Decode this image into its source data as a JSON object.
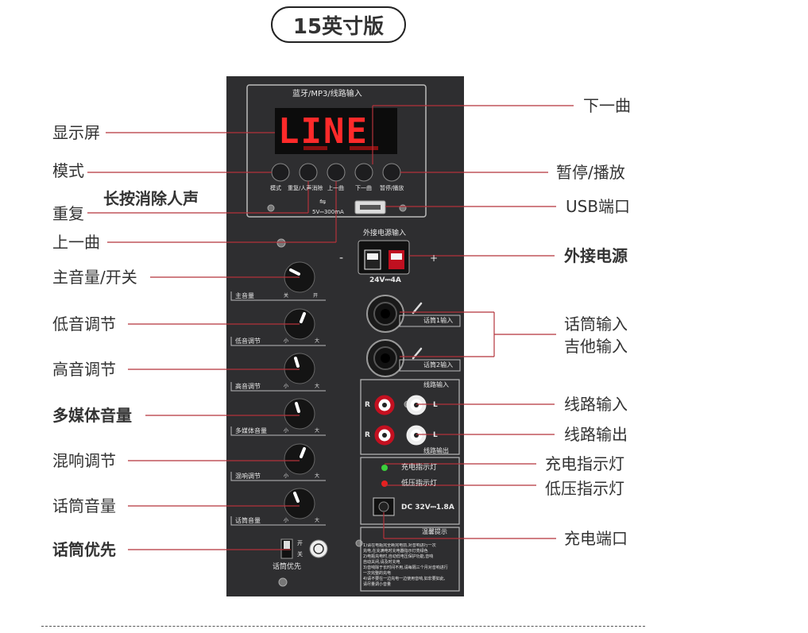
{
  "title": "15英寸版",
  "left_labels": {
    "display": "显示屏",
    "mode": "模式",
    "repeat": "重复",
    "long_press": "长按消除人声",
    "previous": "上一曲",
    "master_volume": "主音量/开关",
    "bass": "低音调节",
    "treble": "高音调节",
    "multimedia_volume": "多媒体音量",
    "reverb": "混响调节",
    "mic_volume": "话筒音量",
    "mic_priority": "话筒优先"
  },
  "right_labels": {
    "next": "下一曲",
    "pause_play": "暂停/播放",
    "usb": "USB端口",
    "ext_power": "外接电源",
    "mic_input": "话筒输入",
    "guitar_input": "吉他输入",
    "line_in": "线路输入",
    "line_out": "线路输出",
    "charge_indicator": "充电指示灯",
    "low_voltage_indicator": "低压指示灯",
    "charge_port": "充电端口"
  },
  "panel": {
    "top_caption": "蓝牙/MP3/线路输入",
    "display_text": "LINE",
    "buttons": [
      "模式",
      "重复/人声消除",
      "上一曲",
      "下一曲",
      "暂停/播放"
    ],
    "usb_spec": "5V⎓300mA",
    "ext_power_caption": "外接电源输入",
    "ext_power_spec": "24V⎓4A",
    "minus": "-",
    "plus": "+",
    "knobs": [
      {
        "label": "主音量",
        "min": "关",
        "max": "开"
      },
      {
        "label": "低音调节",
        "min": "小",
        "max": "大"
      },
      {
        "label": "高音调节",
        "min": "小",
        "max": "大"
      },
      {
        "label": "多媒体音量",
        "min": "小",
        "max": "大"
      },
      {
        "label": "混响调节",
        "min": "小",
        "max": "大"
      },
      {
        "label": "话筒音量",
        "min": "小",
        "max": "大"
      }
    ],
    "mic1": "话筒1输入",
    "mic2": "话筒2输入",
    "line_in_caption": "线路输入",
    "line_out_caption": "线路输出",
    "r": "R",
    "l": "L",
    "charge_led": "充电指示灯",
    "low_led": "低压指示灯",
    "dc_spec": "DC 32V⎓1.8A",
    "tips_caption": "温馨提示",
    "switch_on": "开",
    "switch_off": "关",
    "switch_caption": "话筒优先",
    "tips_lines": [
      "1)请在电瓶完全耗完电前,对音响进行一次",
      "充电,在充满电时充电器指示灯亮绿色",
      "2)电瓶充电时,自动低电压保护功能,音响",
      "自动关闭,请及时充电",
      "3)音响除于长时间不用,请每隔三个月对音响进行",
      "一次完整的充电",
      "4)请不要在一边充电一边使用音响,如非要如此,",
      "请尽量调小音量"
    ]
  },
  "colors": {
    "leader_line": "#b3333b",
    "panel_bg": "#2e2e30",
    "display_red": "#ff2a2a"
  }
}
